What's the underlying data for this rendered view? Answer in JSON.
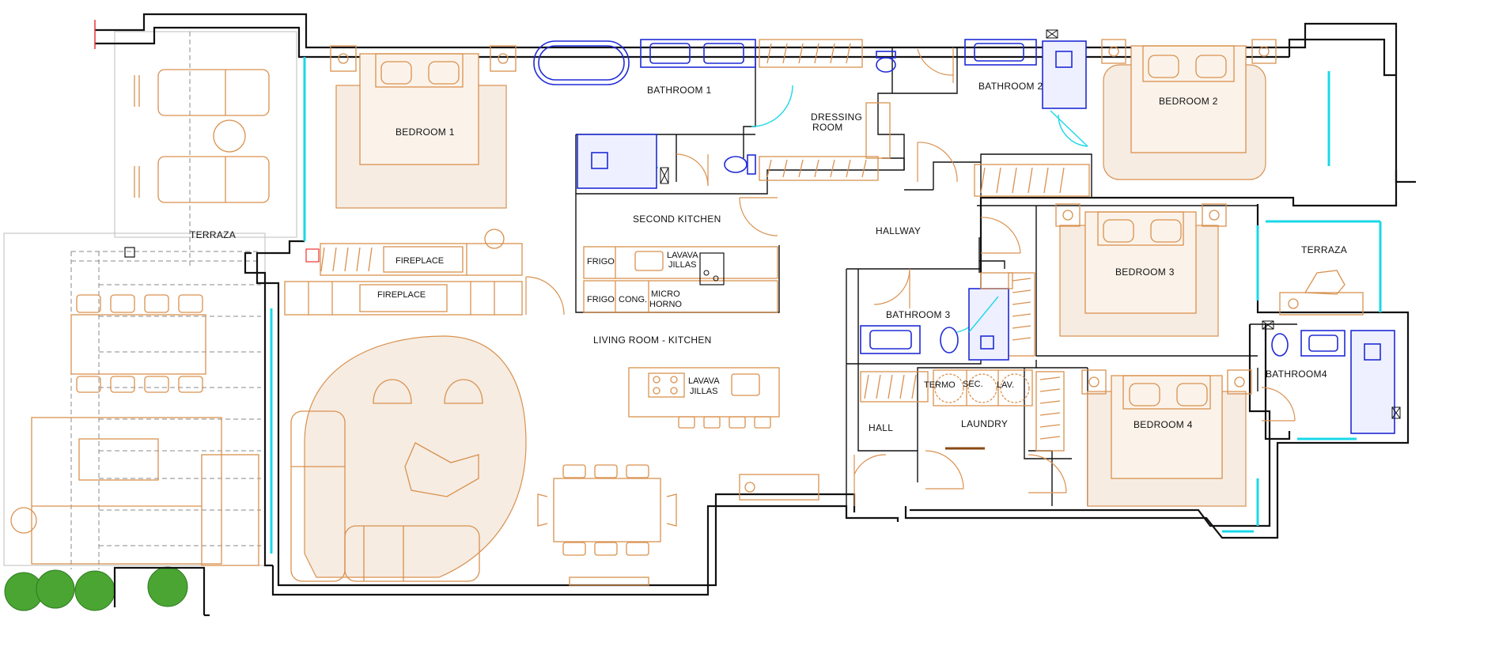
{
  "rooms": {
    "bedroom_1": "BEDROOM 1",
    "bathroom_1": "BATHROOM 1",
    "dressing_line1": "DRESSING",
    "dressing_line2": "ROOM",
    "bathroom_2": "BATHROOM 2",
    "bedroom_2": "BEDROOM 2",
    "terraza_left": "TERRAZA",
    "fireplace_upper": "FIREPLACE",
    "fireplace_lower": "FIREPLACE",
    "second_kitchen": "SECOND KITCHEN",
    "hallway": "HALLWAY",
    "bedroom_3": "BEDROOM 3",
    "terraza_right": "TERRAZA",
    "bathroom_3": "BATHROOM 3",
    "living_room_kitchen": "LIVING ROOM - KITCHEN",
    "bathroom_4": "BATHROOM4",
    "laundry": "LAUNDRY",
    "hall": "HALL",
    "bedroom_4": "BEDROOM 4"
  },
  "fixtures": {
    "frigo_1": "FRIGO",
    "frigo_2": "FRIGO",
    "cong": "CONG.",
    "lavavajillas_k2_line1": "LAVAVA",
    "lavavajillas_k2_line2": "JILLAS",
    "micro_line1": "MICRO",
    "micro_line2": "HORNO",
    "lavavajillas_island_line1": "LAVAVA",
    "lavavajillas_island_line2": "JILLAS",
    "termo": "TERMO",
    "sec": "SEC.",
    "lav": "LAV."
  },
  "colors": {
    "walls": "#111111",
    "furniture": "#d9914f",
    "sanitary": "#1f2bd6",
    "glazing": "#19d8e8",
    "vegetation": "#4aa532"
  }
}
